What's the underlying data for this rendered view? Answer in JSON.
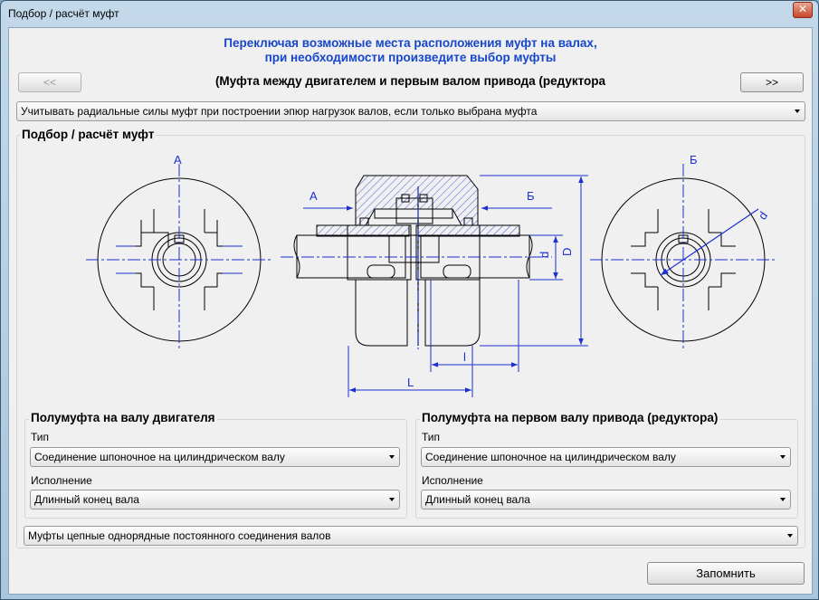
{
  "window": {
    "title": "Подбор / расчёт муфт",
    "close_glyph": "✕"
  },
  "header": {
    "line1": "Переключая возможные места расположения муфт на валах,",
    "line2": "при необходимости произведите выбор муфты"
  },
  "nav": {
    "prev_label": "<<",
    "next_label": ">>",
    "current": "(Муфта между двигателем и первым валом привода (редуктора"
  },
  "radial_forces_option": "Учитывать радиальные силы муфт при построении эпюр нагрузок валов, если только выбрана муфта",
  "selection_group": {
    "title": "Подбор / расчёт муфт"
  },
  "drawing": {
    "labels": {
      "section_a": "А",
      "section_b": "Б",
      "arrow_a": "А",
      "arrow_b": "Б",
      "dim_d_small": "d",
      "dim_d_big": "D",
      "dim_l_small": "l",
      "dim_l_big": "L",
      "dim_d_right": "d"
    },
    "line_color": "#1c2fd0"
  },
  "motor_half": {
    "title": "Полумуфта на валу двигателя",
    "type_label": "Тип",
    "type_value": "Соединение шпоночное на цилиндрическом валу",
    "execution_label": "Исполнение",
    "execution_value": "Длинный конец вала"
  },
  "drive_half": {
    "title": "Полумуфта на первом валу привода (редуктора)",
    "type_label": "Тип",
    "type_value": "Соединение шпоночное на цилиндрическом валу",
    "execution_label": "Исполнение",
    "execution_value": "Длинный конец вала"
  },
  "coupling_type": "Муфты цепные однорядные постоянного соединения валов",
  "save_label": "Запомнить"
}
